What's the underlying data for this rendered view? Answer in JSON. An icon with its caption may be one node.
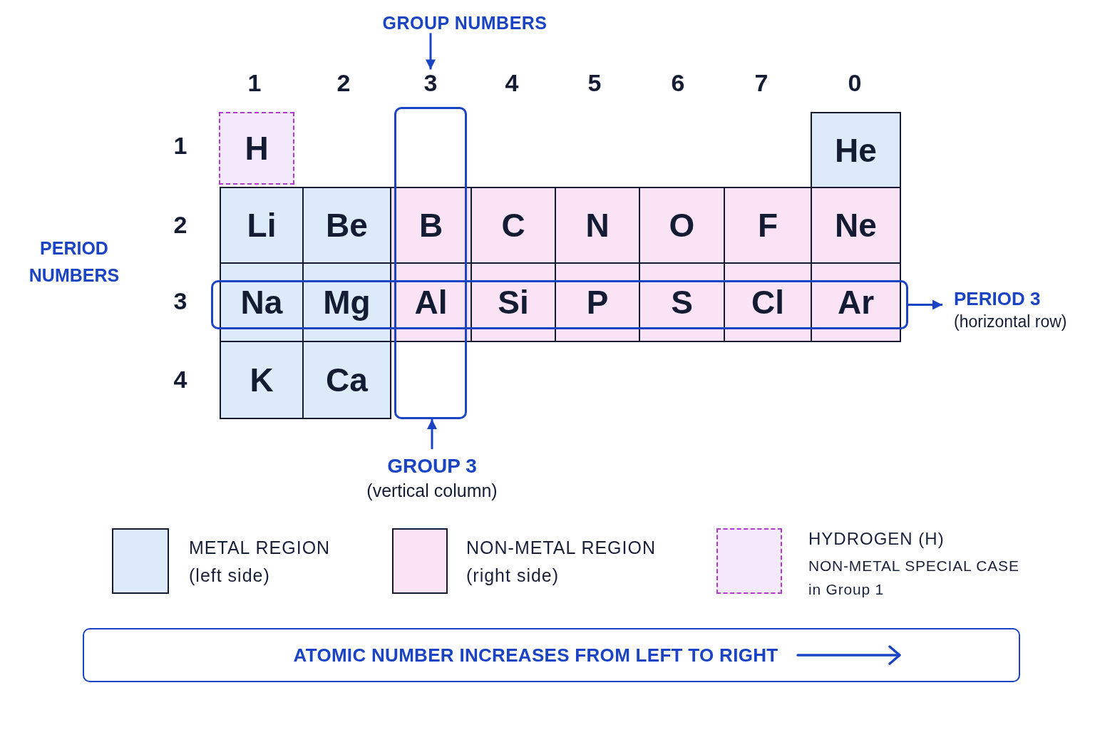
{
  "diagram": {
    "nodes": [
      {
        "text": [
          "GROUP NUMBERS"
        ]
      },
      {
        "text": [
          "3"
        ]
      },
      {
        "text": [],
        "shape": "box"
      },
      {
        "text": [
          "H"
        ]
      },
      {
        "text": [
          "He"
        ]
      },
      {
        "text": [
          "Li"
        ]
      },
      {
        "text": [
          "Be"
        ]
      },
      {
        "text": [
          "B"
        ]
      },
      {
        "text": [
          "C"
        ]
      },
      {
        "text": [
          "N"
        ]
      },
      {
        "text": [
          "O"
        ]
      },
      {
        "text": [
          "F"
        ]
      },
      {
        "text": [
          "Ne"
        ]
      },
      {
        "text": [],
        "shape": "box"
      },
      {
        "text": [
          "Na"
        ]
      },
      {
        "text": [
          "Mg"
        ]
      },
      {
        "text": [
          "Al"
        ]
      },
      {
        "text": [
          "Si"
        ]
      },
      {
        "text": [
          "P"
        ]
      },
      {
        "text": [
          "S"
        ]
      },
      {
        "text": [
          "Cl"
        ]
      },
      {
        "text": [
          "Ar"
        ]
      },
      {
        "text": [
          "PERIOD 3",
          "(horizontal row)"
        ]
      },
      {
        "text": [
          "K"
        ]
      },
      {
        "text": [
          "Ca"
        ]
      },
      {
        "text": [
          "GROUP 3",
          "(vertical column)"
        ]
      },
      {
        "text": [
          "ATOMIC NUMBER INCREASES FROM LEFT TO RIGHT"
        ]
      }
    ],
    "edges": [
      {
        "from": 0,
        "to": 1,
        "arrow": "to"
      },
      {
        "from": 13,
        "to": 22,
        "arrow": "to"
      },
      {
        "from": 25,
        "to": 2,
        "arrow": "to"
      }
    ],
    "labels": [
      "1",
      "2",
      "4",
      "5",
      "6",
      "7",
      "0",
      "1",
      "2",
      "PERIOD NUMBERS",
      "3",
      "4",
      "NON-METAL SPECIAL CASE in Group 1"
    ],
    "legend": [
      {
        "text": "METAL REGION (left side)",
        "color": "#dceaf9"
      },
      {
        "text": "NON-METAL REGION (right side)",
        "color": "#f9e3f4"
      },
      {
        "text": "HYDROGEN (H)",
        "color": "#f4e9fb"
      }
    ]
  }
}
